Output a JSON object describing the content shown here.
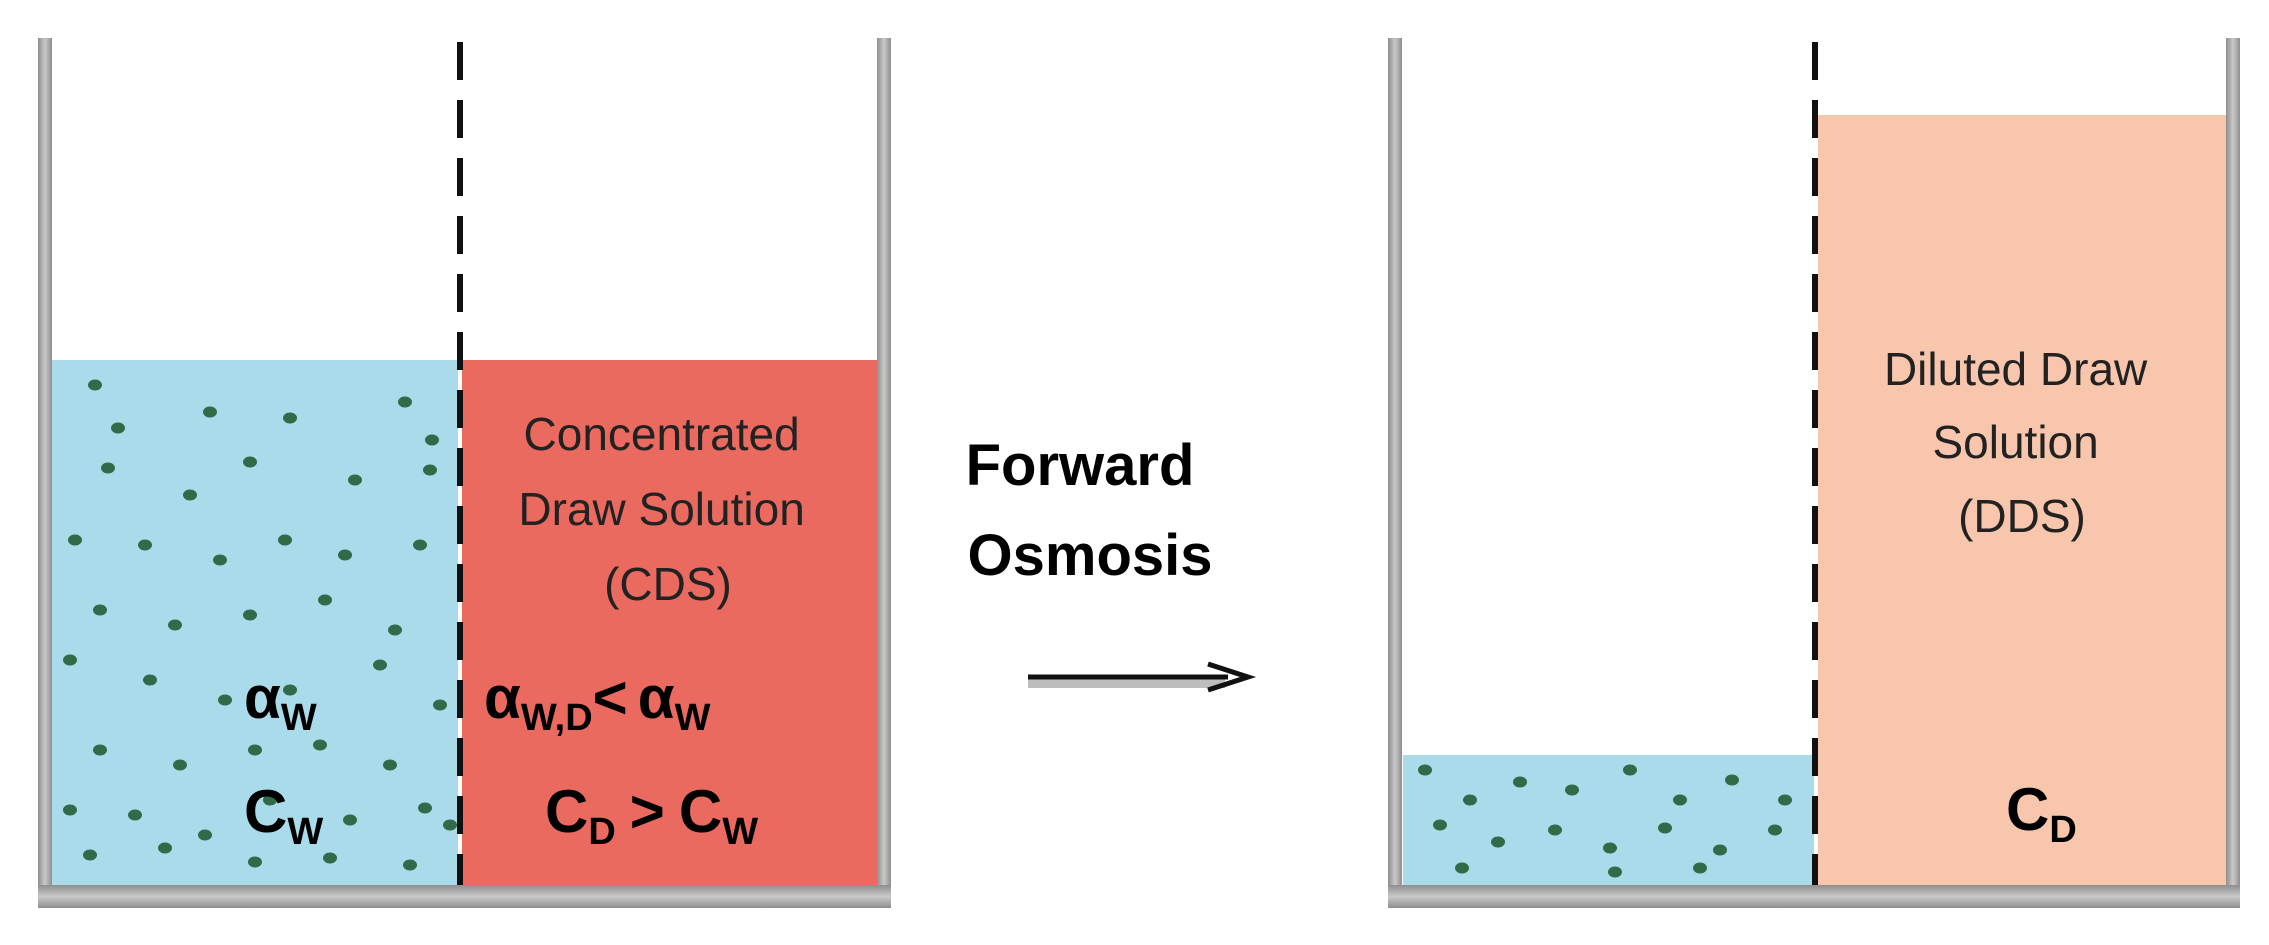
{
  "left_tank": {
    "cds_label": [
      "Concentrated",
      "Draw Solution",
      "(CDS)"
    ],
    "feed_symbols": {
      "activity": "α",
      "activity_sub": "W",
      "conc": "C",
      "conc_sub": "W"
    },
    "draw_relations": {
      "activity_lhs": "α",
      "activity_lhs_sub": "W,D",
      "activity_op": "<",
      "activity_rhs": "α",
      "activity_rhs_sub": "W",
      "conc_lhs": "C",
      "conc_lhs_sub": "D",
      "conc_op": ">",
      "conc_rhs": "C",
      "conc_rhs_sub": "W"
    }
  },
  "process": {
    "line1": "Forward",
    "line2": "Osmosis"
  },
  "right_tank": {
    "dds_label": [
      "Diluted Draw",
      "Solution",
      "(DDS)"
    ],
    "conc": "C",
    "conc_sub": "D"
  },
  "colors": {
    "feed_water": "#aadbeb",
    "concentrated_draw": "#ea6a60",
    "diluted_draw": "#f8c6ad",
    "solute_dot": "#2f6b48",
    "wall": "#a8a8a8",
    "text": "#000000"
  }
}
